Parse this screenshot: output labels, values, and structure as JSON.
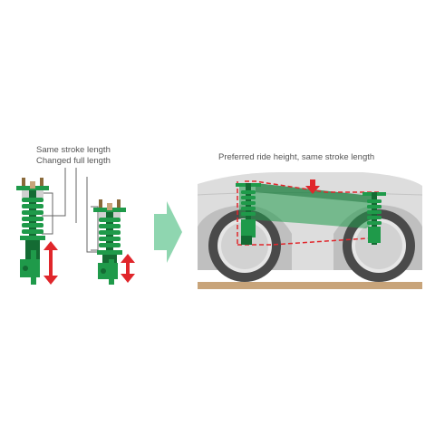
{
  "left_caption": {
    "line1": "Same stroke length",
    "line2": "Changed full length"
  },
  "right_caption": "Preferred ride height, same stroke length",
  "colors": {
    "shock_green": "#1f9a4a",
    "shock_dark_green": "#146b33",
    "arrow_red": "#e0262b",
    "transition_arrow": "#8fd6b0",
    "car_body": "#d9d9d9",
    "road": "#c8a47a"
  }
}
